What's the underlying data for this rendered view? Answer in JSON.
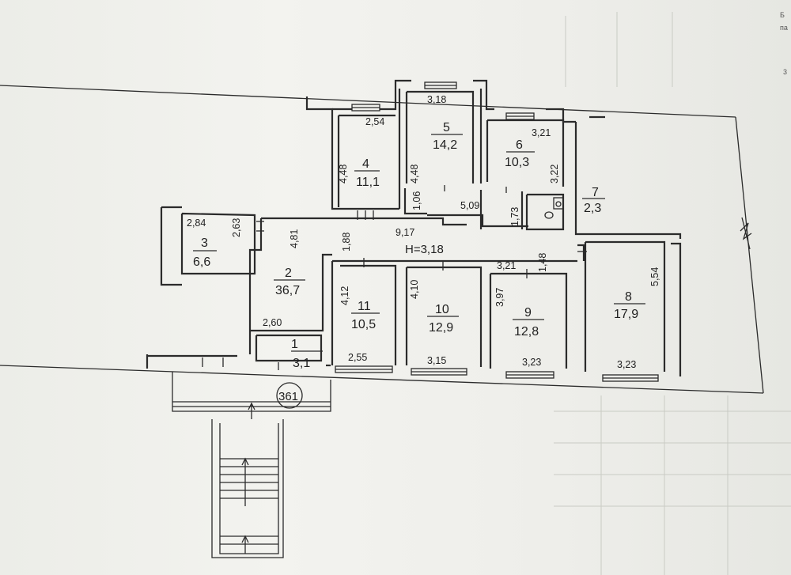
{
  "plan": {
    "building_number": "361",
    "ceiling_height": "H=3,18",
    "rooms": [
      {
        "num": "1",
        "area": "3,1"
      },
      {
        "num": "2",
        "area": "36,7"
      },
      {
        "num": "3",
        "area": "6,6"
      },
      {
        "num": "4",
        "area": "11,1"
      },
      {
        "num": "5",
        "area": "14,2"
      },
      {
        "num": "6",
        "area": "10,3"
      },
      {
        "num": "7",
        "area": "2,3"
      },
      {
        "num": "8",
        "area": "17,9"
      },
      {
        "num": "9",
        "area": "12,8"
      },
      {
        "num": "10",
        "area": "12,9"
      },
      {
        "num": "11",
        "area": "10,5"
      }
    ],
    "dimensions": [
      "3,18",
      "2,54",
      "4,48",
      "4,48",
      "3,21",
      "3,22",
      "1,06",
      "5,09",
      "1,73",
      "2,84",
      "2,63",
      "4,81",
      "1,88",
      "9,17",
      "3,21",
      "1,48",
      "5,54",
      "4,12",
      "4,10",
      "3,97",
      "2,60",
      "2,55",
      "3,15",
      "3,23",
      "3,23"
    ],
    "corner_notes": [
      "Б",
      "па",
      "3"
    ]
  }
}
